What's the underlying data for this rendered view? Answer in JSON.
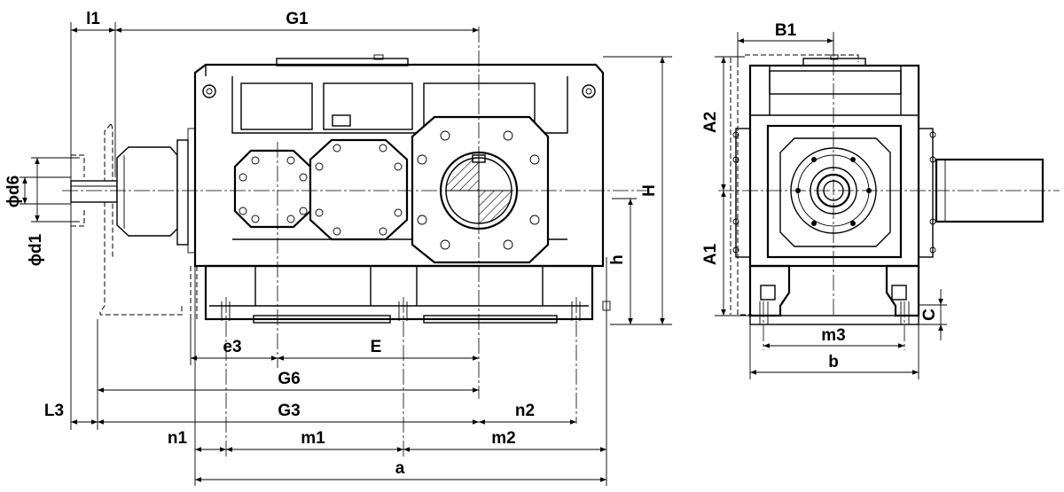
{
  "dimensions": {
    "l1": "l1",
    "G1": "G1",
    "B1": "B1",
    "A2": "A2",
    "A1": "A1",
    "H": "H",
    "h": "h",
    "d6": "ϕd6",
    "d1": "ϕd1",
    "e3": "e3",
    "E": "E",
    "G6": "G6",
    "L3": "L3",
    "G3": "G3",
    "n2": "n2",
    "n1": "n1",
    "m1": "m1",
    "m2": "m2",
    "a": "a",
    "m3": "m3",
    "b": "b",
    "C": "C"
  }
}
